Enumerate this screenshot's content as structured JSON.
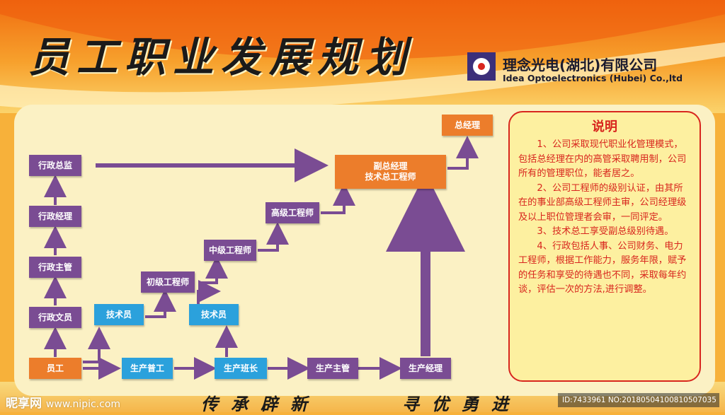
{
  "header": {
    "title": "员工职业发展规划",
    "company_cn": "理念光电(湖北)有限公司",
    "company_en": "Idea Optoelectronics (Hubei)  Co.,ltd"
  },
  "colors": {
    "admin_track": "#7a4c93",
    "tech_track": "#2ba1dc",
    "management": "#ec7d2b",
    "arrow": "#7a4c93",
    "notes_text": "#d8261e"
  },
  "nodes": {
    "admin_director": "行政总监",
    "admin_manager": "行政经理",
    "admin_supervisor": "行政主管",
    "admin_clerk": "行政文员",
    "employee": "员工",
    "production_worker": "生产普工",
    "production_team_leader": "生产班长",
    "production_supervisor": "生产主管",
    "production_manager": "生产经理",
    "technician_1": "技术员",
    "technician_2": "技术员",
    "junior_engineer": "初级工程师",
    "mid_engineer": "中级工程师",
    "senior_engineer": "高级工程师",
    "deputy_gm_line1": "副总经理",
    "deputy_gm_line2": "技术总工程师",
    "general_manager": "总经理"
  },
  "notes": {
    "title": "说明",
    "items": [
      "1、公司采取现代职业化管理模式，包括总经理在内的高管采取聘用制，公司所有的管理职位，能者居之。",
      "2、公司工程师的级别认证，由其所在的事业部高级工程师主审，公司经理级及以上职位管理者会审，一同评定。",
      "3、技术总工享受副总级别待遇。",
      "4、行政包括人事、公司财务、电力工程师，根据工作能力，服务年限，赋予的任务和享受的待遇也不同，采取每年约谈，评估一次的方法,进行调整。"
    ]
  },
  "footer": {
    "slogan_left": "传承辟新",
    "slogan_right": "寻优勇进",
    "watermark_left_brand": "昵享网",
    "watermark_left_site": "www.nipic.com",
    "watermark_right": "ID:7433961 NO:20180504100810507035"
  }
}
